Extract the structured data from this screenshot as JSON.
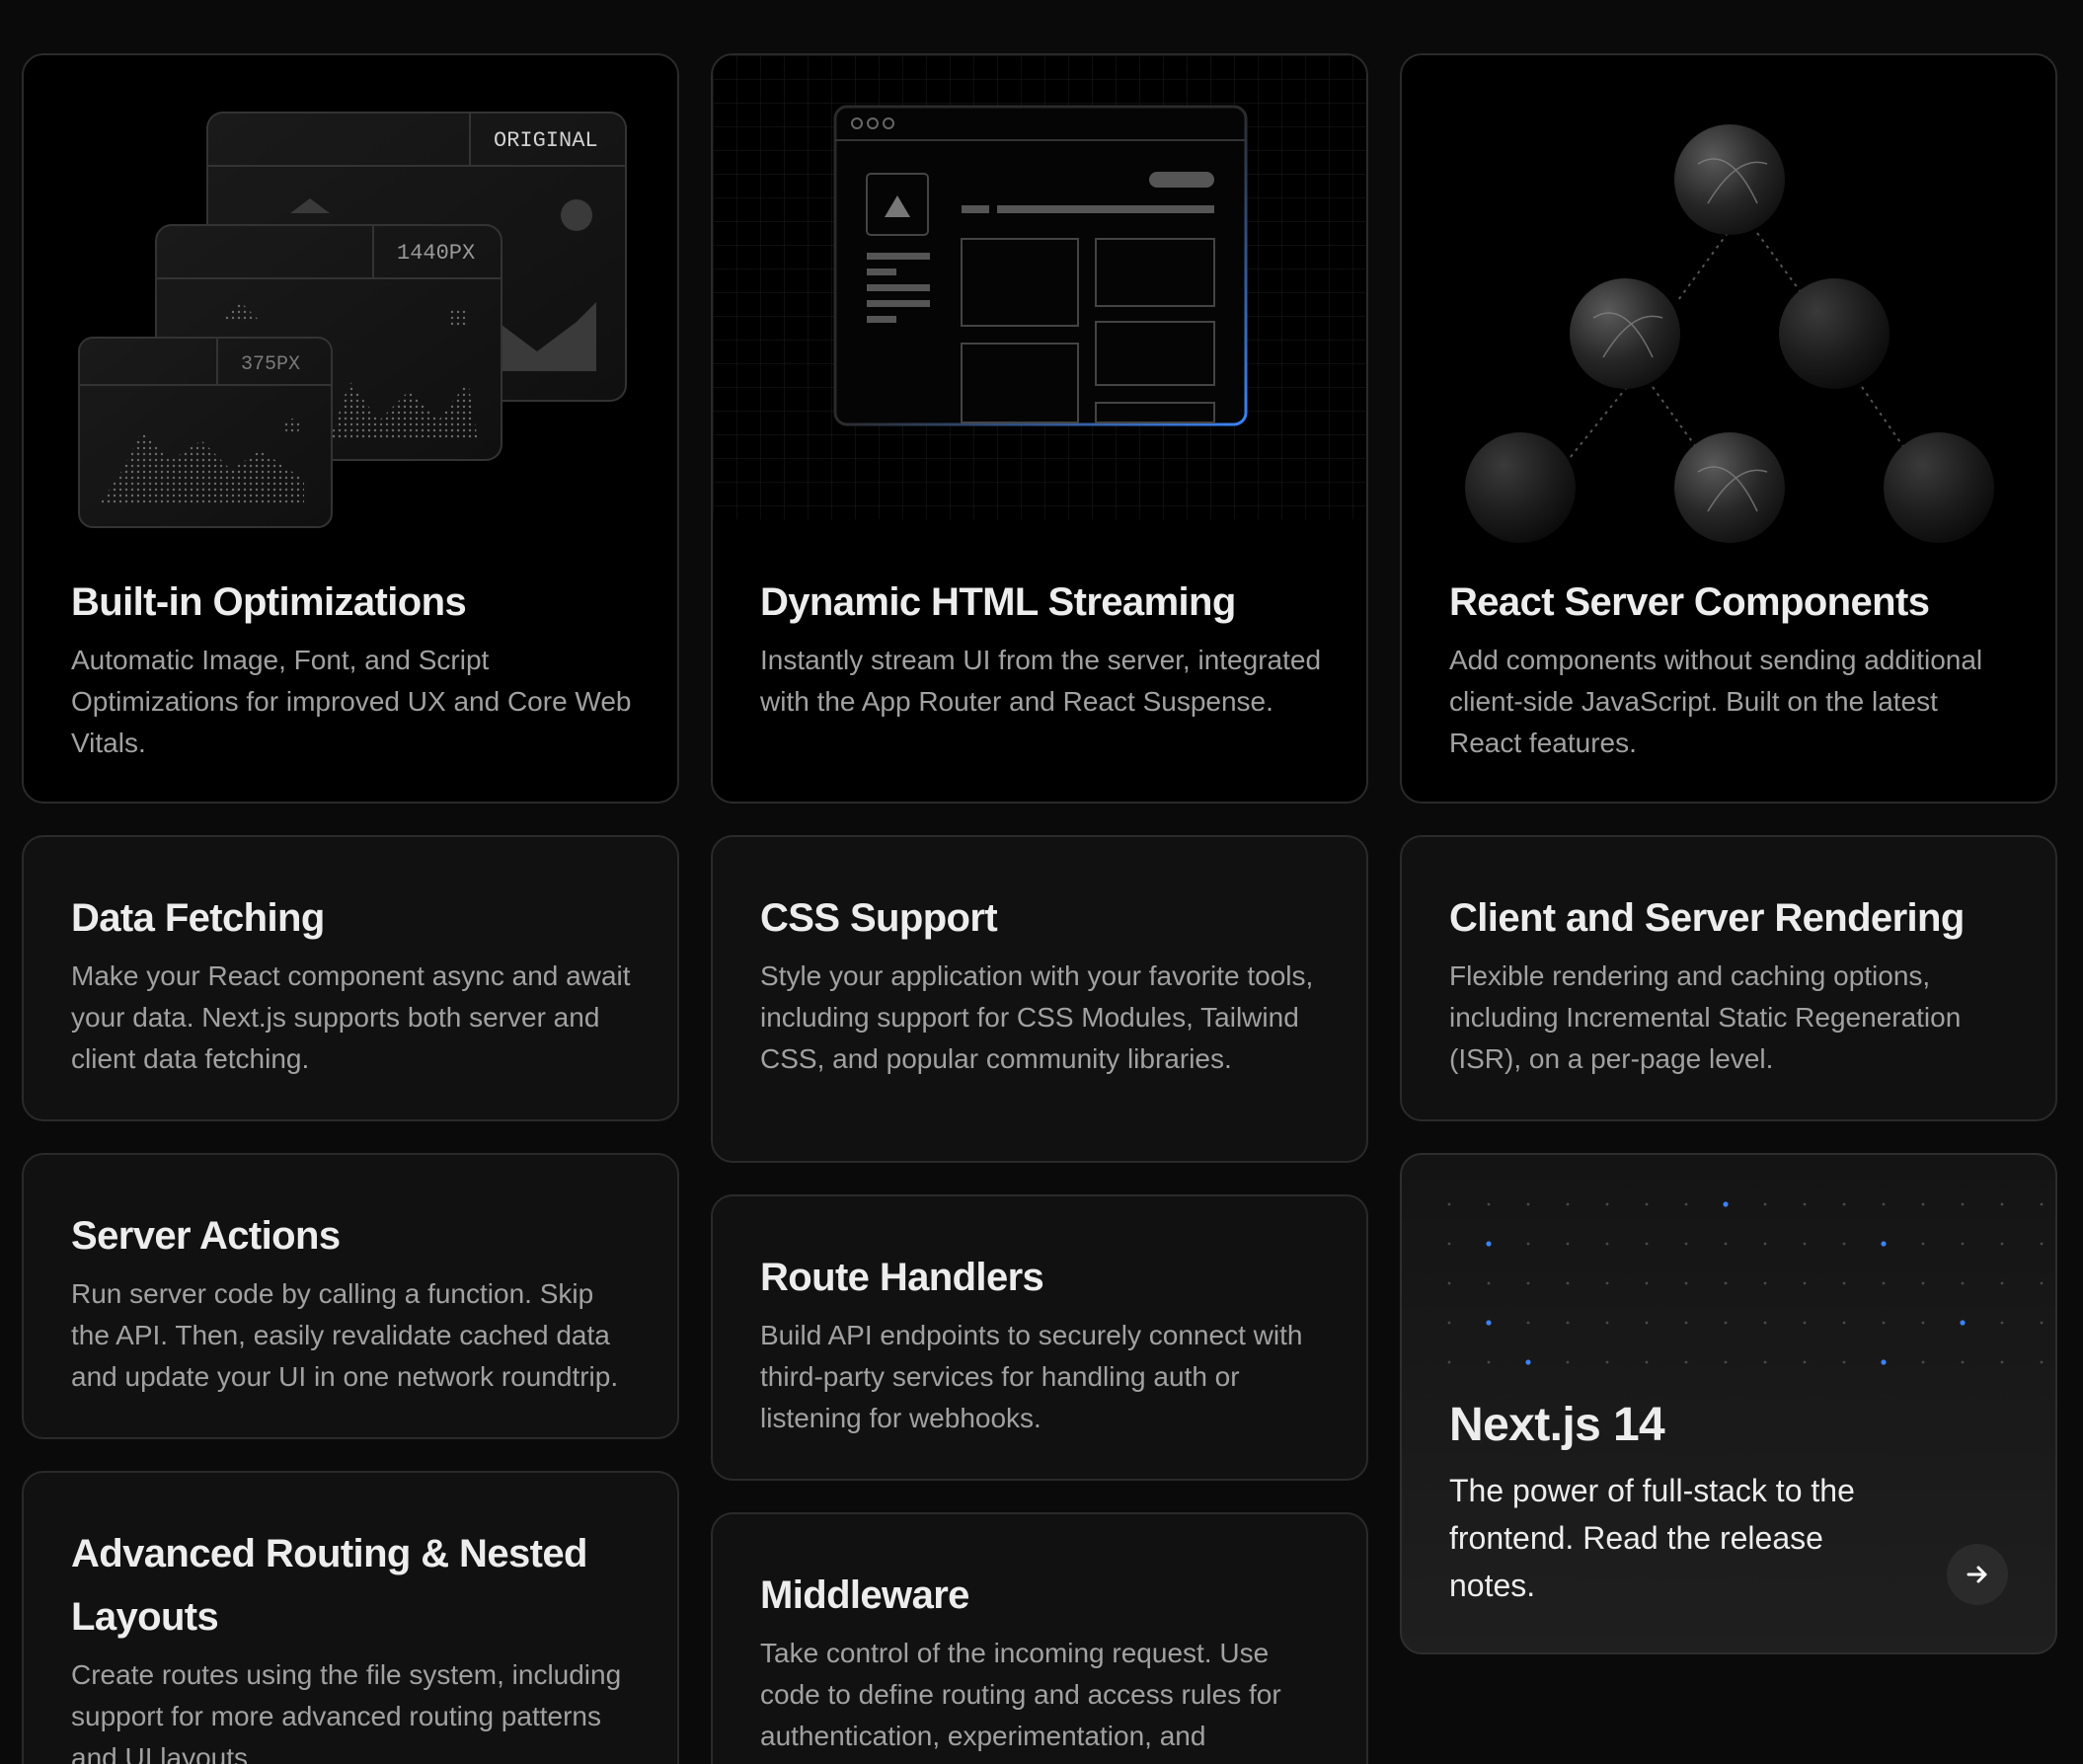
{
  "cards": {
    "optimizations": {
      "title": "Built-in Optimizations",
      "description": "Automatic Image, Font, and Script Optimizations for improved UX and Core Web Vitals.",
      "labels": {
        "original": "ORIGINAL",
        "desktop": "1440PX",
        "mobile": "375PX"
      }
    },
    "streaming": {
      "title": "Dynamic HTML Streaming",
      "description": "Instantly stream UI from the server, integrated with the App Router and React Suspense."
    },
    "rsc": {
      "title": "React Server Components",
      "description": "Add components without sending additional client-side JavaScript. Built on the latest React features."
    },
    "data_fetching": {
      "title": "Data Fetching",
      "description": "Make your React component async and await your data. Next.js supports both server and client data fetching."
    },
    "css": {
      "title": "CSS Support",
      "description": "Style your application with your favorite tools, including support for CSS Modules, Tailwind CSS, and popular community libraries."
    },
    "rendering": {
      "title": "Client and Server Rendering",
      "description": "Flexible rendering and caching options, including Incremental Static Regeneration (ISR), on a per-page level."
    },
    "server_actions": {
      "title": "Server Actions",
      "description": "Run server code by calling a function. Skip the API. Then, easily revalidate cached data and update your UI in one network roundtrip."
    },
    "route_handlers": {
      "title": "Route Handlers",
      "description": "Build API endpoints to securely connect with third-party services for handling auth or listening for webhooks."
    },
    "nextjs14": {
      "title": "Next.js 14",
      "description": "The power of full-stack to the frontend. Read the release notes.",
      "icon": "arrow-right-icon"
    },
    "routing": {
      "title": "Advanced Routing & Nested Layouts",
      "description": "Create routes using the file system, including support for more advanced routing patterns and UI layouts."
    },
    "middleware": {
      "title": "Middleware",
      "description": "Take control of the incoming request. Use code to define routing and access rules for authentication, experimentation, and internationalization."
    }
  },
  "colors": {
    "accent_blue": "#3b82f6",
    "card_bg": "#111111",
    "border": "#2a2a2a"
  }
}
